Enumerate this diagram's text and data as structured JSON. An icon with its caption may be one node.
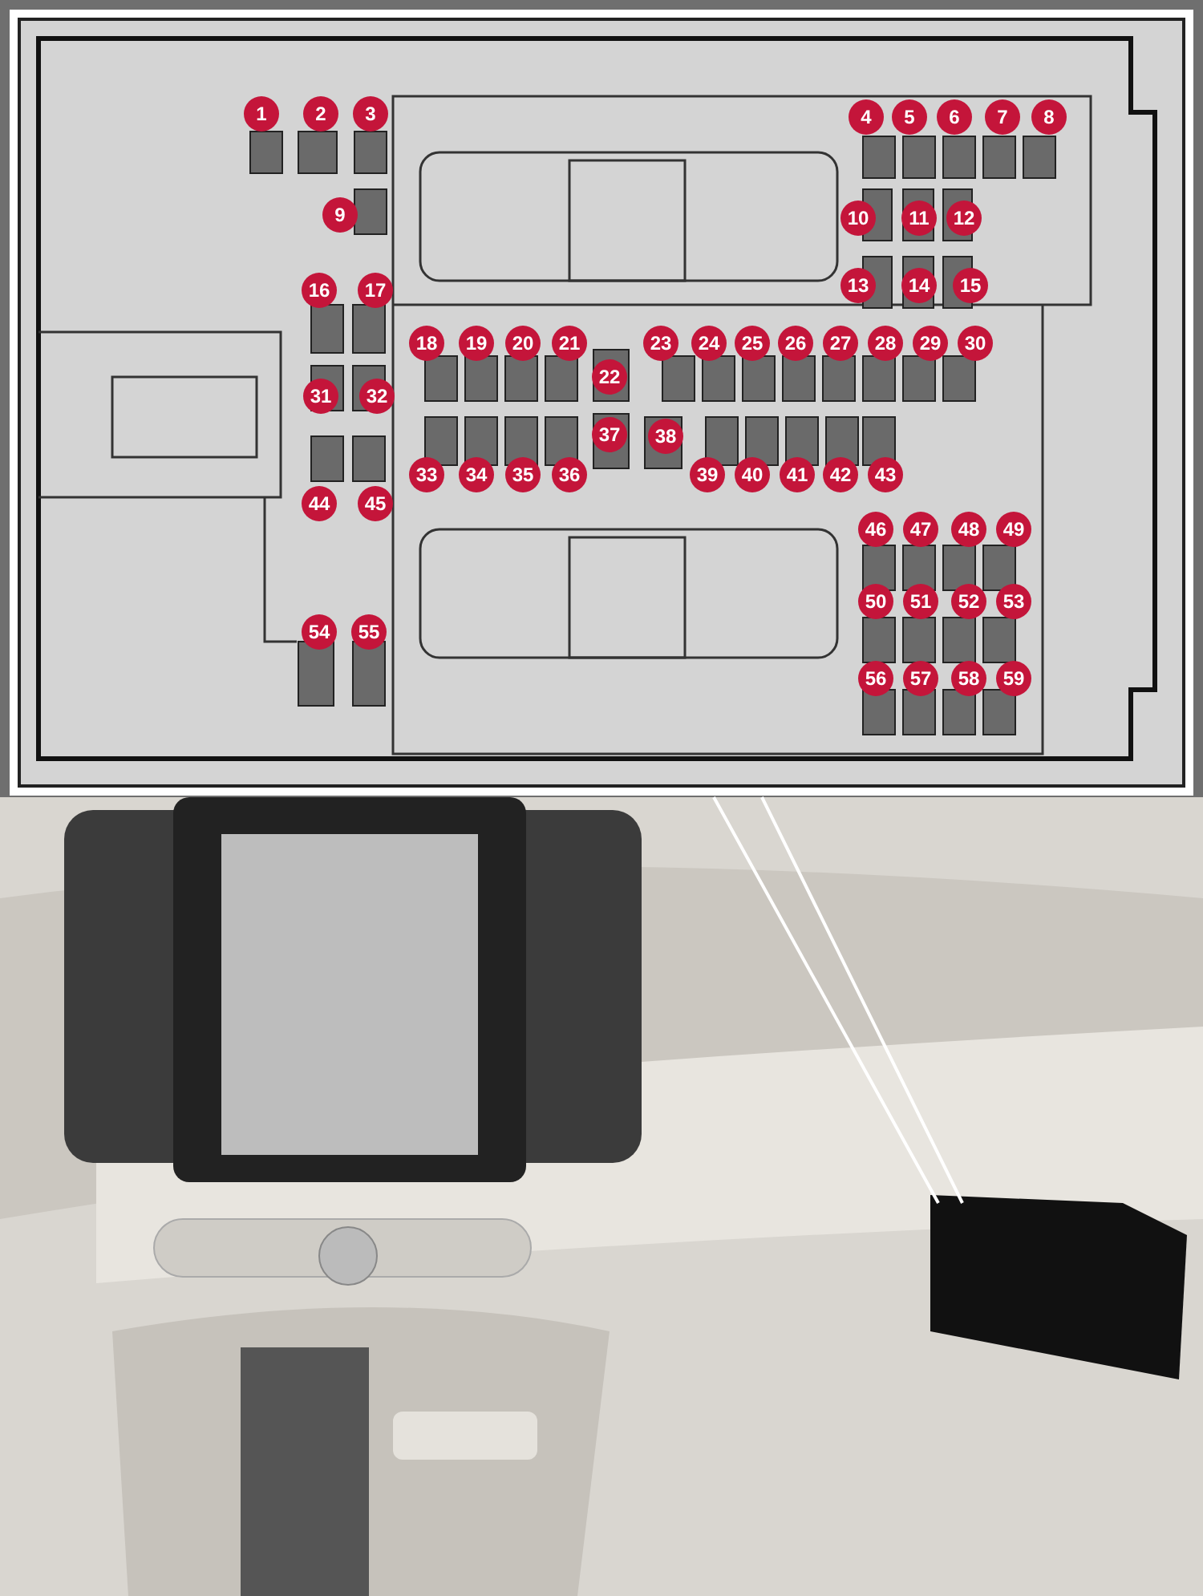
{
  "diagram": {
    "labels": [
      "1",
      "2",
      "3",
      "4",
      "5",
      "6",
      "7",
      "8",
      "9",
      "10",
      "11",
      "12",
      "16",
      "17",
      "13",
      "14",
      "15",
      "18",
      "19",
      "20",
      "21",
      "23",
      "24",
      "25",
      "26",
      "27",
      "28",
      "29",
      "30",
      "31",
      "32",
      "22",
      "37",
      "38",
      "33",
      "34",
      "35",
      "36",
      "39",
      "40",
      "41",
      "42",
      "43",
      "44",
      "45",
      "46",
      "47",
      "48",
      "49",
      "50",
      "51",
      "52",
      "53",
      "54",
      "55",
      "56",
      "57",
      "58",
      "59"
    ]
  }
}
